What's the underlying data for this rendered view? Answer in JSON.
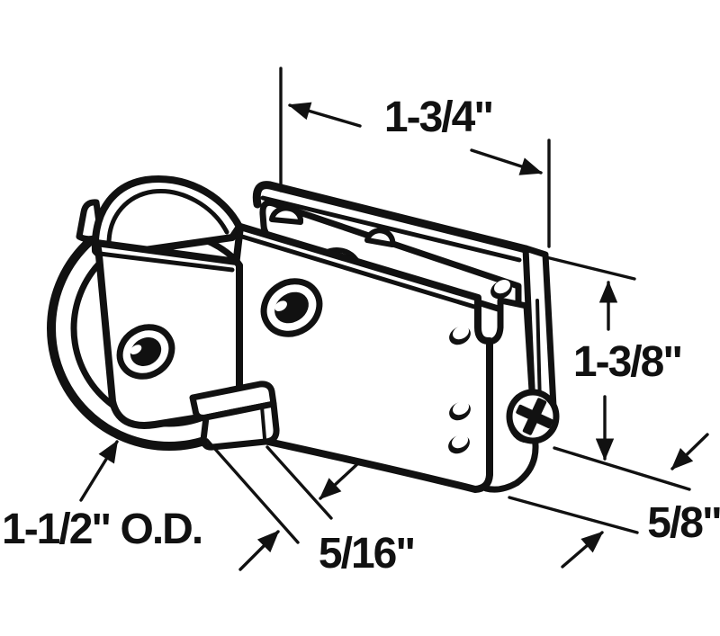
{
  "diagram": {
    "background_color": "#ffffff",
    "ink_color": "#111111",
    "subject": "roller assembly line drawing",
    "labels": {
      "top_width": "1-3/4\"",
      "right_height": "1-3/8\"",
      "bottom_depth": "5/8\"",
      "tab_offset": "5/16\"",
      "wheel_outer_diameter": "1-1/2\" O.D."
    }
  }
}
